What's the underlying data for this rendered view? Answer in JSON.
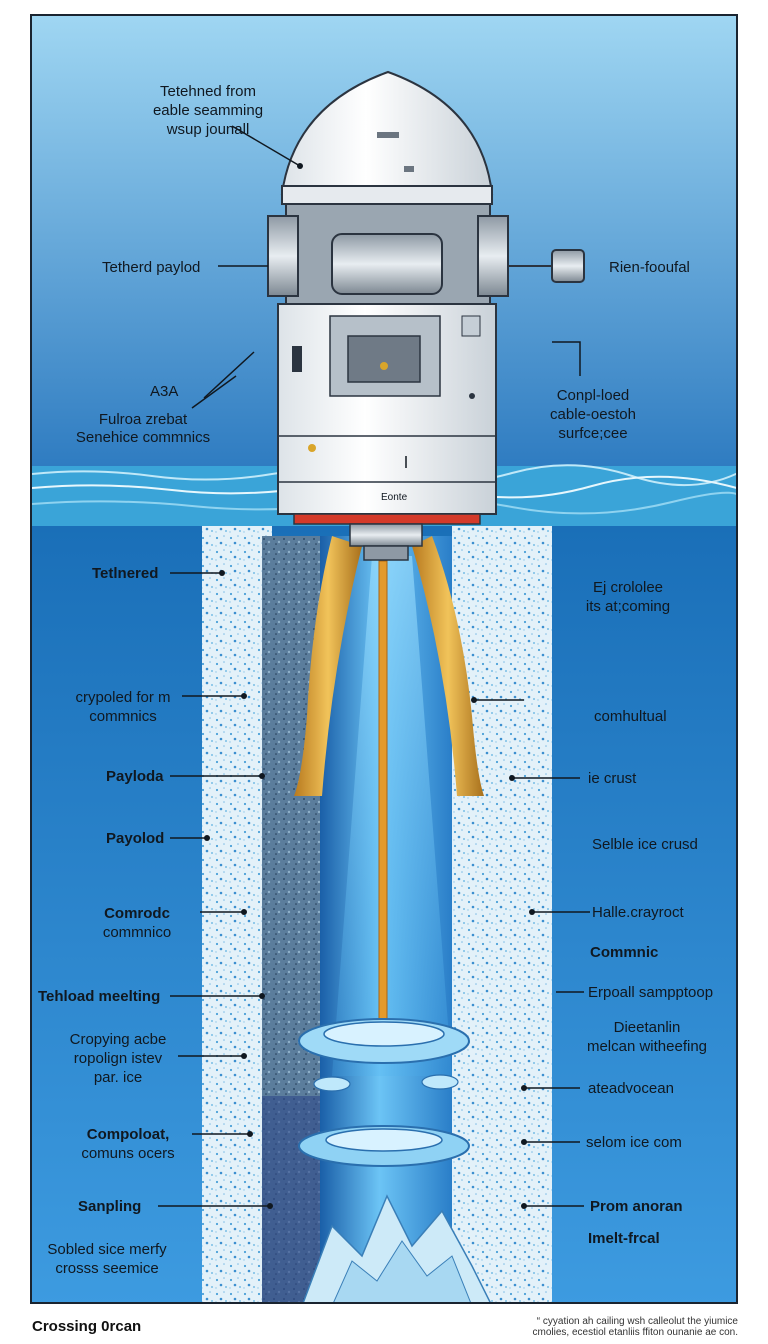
{
  "labels": {
    "top_callout": [
      "Tetehned from",
      "eable seamming",
      "wsup jounall"
    ],
    "tethered_payload": "Tetherd paylod",
    "rien_foufal": "Rien-fooufal",
    "asa": "A3A",
    "fulroa": [
      "Fulroa zrebat",
      "Senehice commnics"
    ],
    "conpl": [
      "Conpl-loed",
      "cable-oestoh",
      "surfce;cee"
    ],
    "left": {
      "tetlnered": "Tetlnered",
      "cryopled": [
        "crypoled for m",
        "commnics"
      ],
      "payloda": "Payloda",
      "payolod": "Payolod",
      "comrodc": [
        "Comrodc",
        "commnico"
      ],
      "tehload": "Tehload meelting",
      "cropying": [
        "Cropying acbe",
        "ropolign istev",
        "par. ice"
      ],
      "compoloat": [
        "Compoloat,",
        "comuns ocers"
      ],
      "sanpling": "Sanpling",
      "sobled": [
        "Sobled sice merfy",
        "crosss seemice"
      ]
    },
    "right": {
      "ej": [
        "Ej crololee",
        "its at;coming"
      ],
      "comhulual": "comhultual",
      "ie_crust": "ie crust",
      "selble": "Selble ice crusd",
      "halle": "Halle.crayroct",
      "commnic": "Commnic",
      "erpoall": "Erpoall sampptoop",
      "dieetanlin": [
        "Dieetanlin",
        "melcan witheefing"
      ],
      "ateadvocean": "ateadvocean",
      "selom": "selom ice com",
      "prom": "Prom anoran",
      "imelt": "Imelt-frcal"
    },
    "probe_plate": "Eonte"
  },
  "caption_left": "Crossing 0rcan",
  "caption_right": [
    "“ cyyation ah cailing wsh calleolut the yiumice",
    "cmolies, ecestiol etanliis ffiton ounanie ae con."
  ],
  "colors": {
    "sky_top": "#8fcff0",
    "sky_bottom": "#2f7fc4",
    "water": "#1f7ec7",
    "ice": "#dcecf6",
    "ice_speckle": "#3a9bd5",
    "shaft_dark": "#3e5f7f",
    "shaft_light": "#4aa6e8",
    "probe_body": "#f4f6f8",
    "probe_metal": "#b8c2cc",
    "tether": "#e39a2c",
    "gold_lining": "#d8a23a",
    "red_ring": "#d43a2a"
  },
  "icons": [
    "probe-dome",
    "motor-assembly",
    "side-thruster",
    "melt-disc"
  ]
}
